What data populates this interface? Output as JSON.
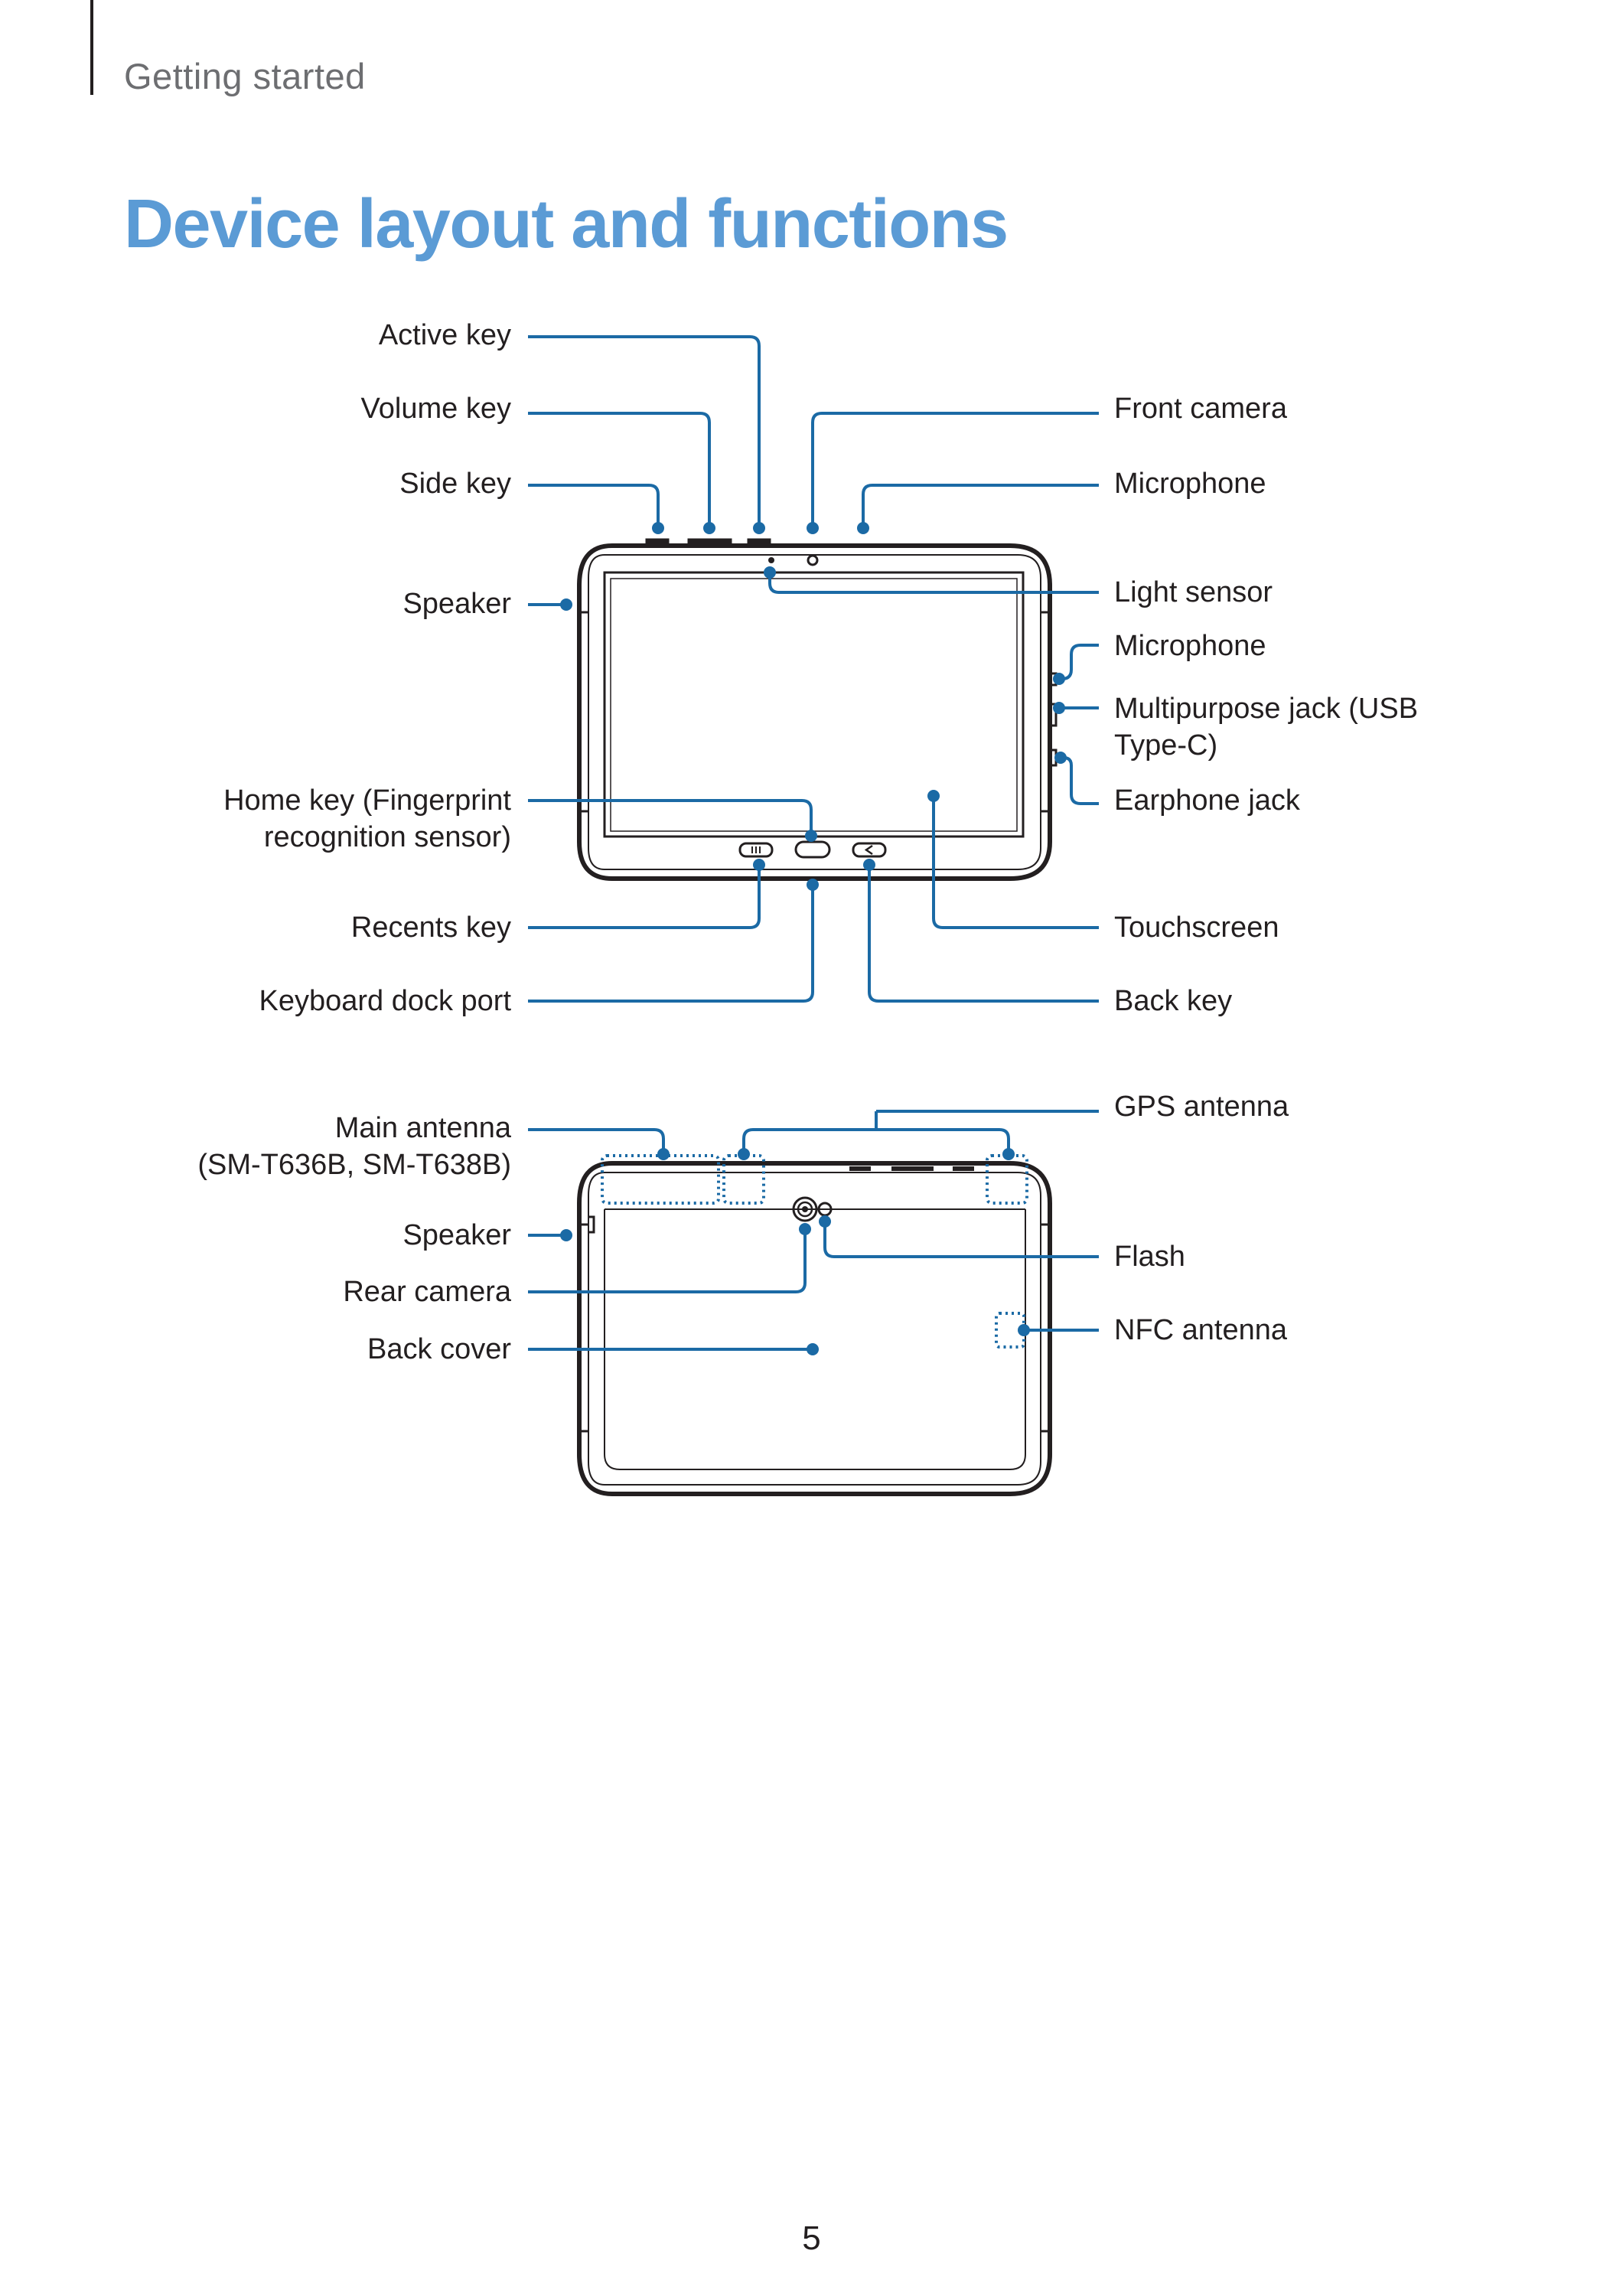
{
  "header": {
    "section": "Getting started"
  },
  "title": "Device layout and functions",
  "front_view": {
    "left_labels": {
      "active_key": "Active key",
      "volume_key": "Volume key",
      "side_key": "Side key",
      "speaker": "Speaker",
      "home_key_line1": "Home key (Fingerprint",
      "home_key_line2": "recognition sensor)",
      "recents_key": "Recents key",
      "keyboard_dock_port": "Keyboard dock port"
    },
    "right_labels": {
      "front_camera": "Front camera",
      "microphone_top": "Microphone",
      "light_sensor": "Light sensor",
      "microphone_side": "Microphone",
      "multipurpose_jack_line1": "Multipurpose jack (USB",
      "multipurpose_jack_line2": "Type-C)",
      "earphone_jack": "Earphone jack",
      "touchscreen": "Touchscreen",
      "back_key": "Back key"
    }
  },
  "back_view": {
    "left_labels": {
      "main_antenna_line1": "Main antenna",
      "main_antenna_line2": "(SM-T636B, SM-T638B)",
      "speaker": "Speaker",
      "rear_camera": "Rear camera",
      "back_cover": "Back cover"
    },
    "right_labels": {
      "gps_antenna": "GPS antenna",
      "flash": "Flash",
      "nfc_antenna": "NFC antenna"
    }
  },
  "page_number": "5",
  "colors": {
    "title": "#5b9bd5",
    "callout": "#1b6aa5",
    "device_outline": "#231f20",
    "header_text": "#6d6e71"
  }
}
